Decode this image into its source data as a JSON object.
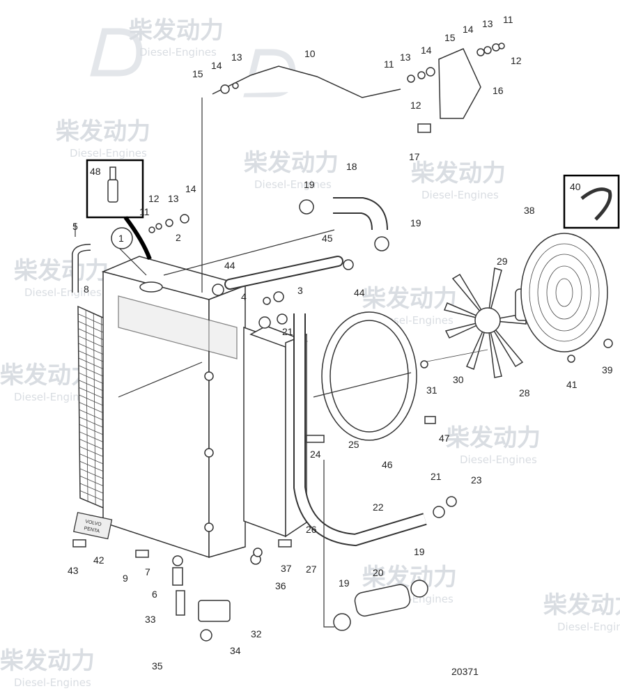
{
  "drawing_number": "20371",
  "watermark": {
    "cn": "柴发动力",
    "en": "Diesel-Engines"
  },
  "callouts": [
    {
      "n": "1"
    },
    {
      "n": "2"
    },
    {
      "n": "3"
    },
    {
      "n": "4"
    },
    {
      "n": "5"
    },
    {
      "n": "6"
    },
    {
      "n": "7"
    },
    {
      "n": "8"
    },
    {
      "n": "9"
    },
    {
      "n": "10"
    },
    {
      "n": "11"
    },
    {
      "n": "11"
    },
    {
      "n": "11"
    },
    {
      "n": "12"
    },
    {
      "n": "12"
    },
    {
      "n": "12"
    },
    {
      "n": "13"
    },
    {
      "n": "13"
    },
    {
      "n": "13"
    },
    {
      "n": "13"
    },
    {
      "n": "14"
    },
    {
      "n": "14"
    },
    {
      "n": "14"
    },
    {
      "n": "14"
    },
    {
      "n": "15"
    },
    {
      "n": "15"
    },
    {
      "n": "16"
    },
    {
      "n": "17"
    },
    {
      "n": "18"
    },
    {
      "n": "19"
    },
    {
      "n": "19"
    },
    {
      "n": "19"
    },
    {
      "n": "19"
    },
    {
      "n": "20"
    },
    {
      "n": "21"
    },
    {
      "n": "21"
    },
    {
      "n": "22"
    },
    {
      "n": "23"
    },
    {
      "n": "24"
    },
    {
      "n": "25"
    },
    {
      "n": "26"
    },
    {
      "n": "27"
    },
    {
      "n": "28"
    },
    {
      "n": "29"
    },
    {
      "n": "30"
    },
    {
      "n": "31"
    },
    {
      "n": "32"
    },
    {
      "n": "33"
    },
    {
      "n": "34"
    },
    {
      "n": "35"
    },
    {
      "n": "36"
    },
    {
      "n": "37"
    },
    {
      "n": "38"
    },
    {
      "n": "39"
    },
    {
      "n": "40"
    },
    {
      "n": "41"
    },
    {
      "n": "42"
    },
    {
      "n": "43"
    },
    {
      "n": "44"
    },
    {
      "n": "44"
    },
    {
      "n": "45"
    },
    {
      "n": "46"
    },
    {
      "n": "47"
    },
    {
      "n": "48"
    }
  ],
  "plate_text": [
    "VOLVO",
    "PENTA"
  ]
}
